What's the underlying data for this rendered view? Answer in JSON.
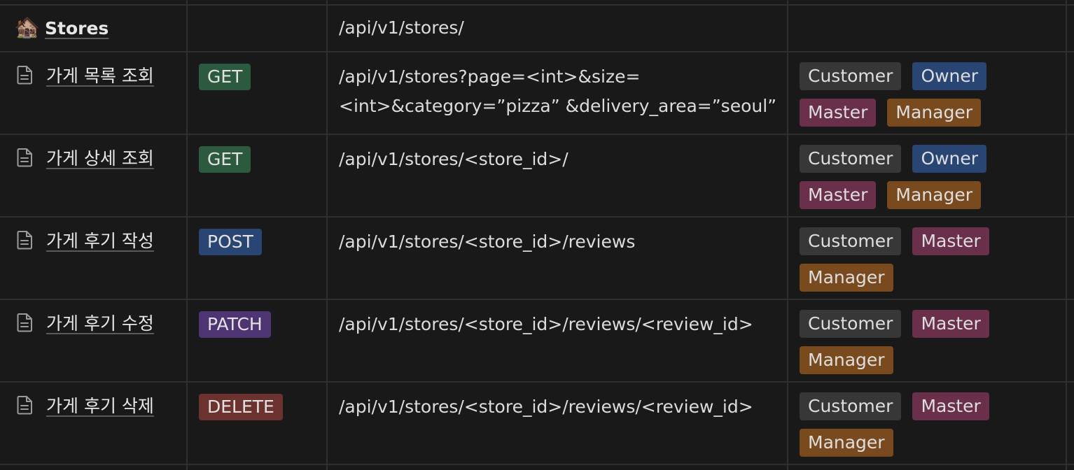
{
  "colors": {
    "background": "#191919",
    "grid_line": "#2f2f2f",
    "method_get": "#2b5a3e",
    "method_post": "#284574",
    "method_patch": "#4f3474",
    "method_delete": "#6b3230",
    "role_customer": "#373737",
    "role_owner": "#284574",
    "role_master": "#6a2f4a",
    "role_manager": "#7a4a1f"
  },
  "header_row": {
    "icon": "house-icon",
    "icon_glyph": "🏚️",
    "title": "Stores",
    "path": "/api/v1/stores/"
  },
  "rows": [
    {
      "icon": "page-icon",
      "name": "가게 목록 조회",
      "method": "GET",
      "path": "/api/v1/stores?page=<int>&size=<int>&category=”pizza” &delivery_area=”seoul”",
      "roles": [
        "Customer",
        "Owner",
        "Master",
        "Manager"
      ]
    },
    {
      "icon": "page-icon",
      "name": "가게 상세 조회",
      "method": "GET",
      "path": "/api/v1/stores/<store_id>/",
      "roles": [
        "Customer",
        "Owner",
        "Master",
        "Manager"
      ]
    },
    {
      "icon": "page-icon",
      "name": "가게 후기 작성",
      "method": "POST",
      "path": "/api/v1/stores/<store_id>/reviews",
      "roles": [
        "Customer",
        "Master",
        "Manager"
      ]
    },
    {
      "icon": "page-icon",
      "name": "가게 후기 수정",
      "method": "PATCH",
      "path": "/api/v1/stores/<store_id>/reviews/<review_id>",
      "roles": [
        "Customer",
        "Master",
        "Manager"
      ]
    },
    {
      "icon": "page-icon",
      "name": "가게 후기 삭제",
      "method": "DELETE",
      "path": "/api/v1/stores/<store_id>/reviews/<review_id>",
      "roles": [
        "Customer",
        "Master",
        "Manager"
      ]
    }
  ]
}
